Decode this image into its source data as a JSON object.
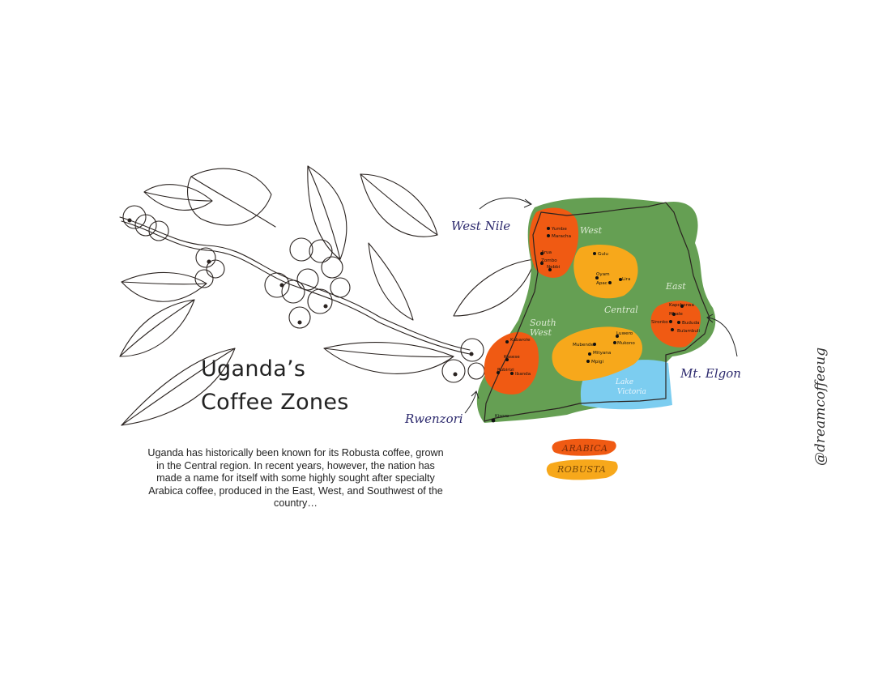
{
  "colors": {
    "arabica": "#f05a13",
    "robusta": "#f7a81b",
    "land": "#5d9a4a",
    "lake": "#7ccdf0",
    "outline": "#2a2320",
    "callout_text": "#2d2a6e"
  },
  "title": {
    "line1": "Uganda’s",
    "line2": "Coffee Zones"
  },
  "description": "Uganda has historically been known for its Robusta coffee, grown in the Central region. In recent years, however, the nation has made a name for itself with some highly sought after specialty Arabica coffee, produced in the East, West, and Southwest of the country…",
  "callouts": {
    "west_nile": "West Nile",
    "mt_elgon": "Mt. Elgon",
    "rwenzori": "Rwenzori"
  },
  "regions": {
    "west": "West",
    "east": "East",
    "central": "Central",
    "south_west_1": "South",
    "south_west_2": "West"
  },
  "lake": {
    "line1": "Lake",
    "line2": "Victoria"
  },
  "places": {
    "yumbe": "Yumbe",
    "maracha": "Maracha",
    "arua": "Arua",
    "zombo": "Zombo",
    "nebbi": "Nebbi",
    "gulu": "Gulu",
    "oyam": "Oyam",
    "lira": "Lira",
    "apac": "Apac",
    "kapchorwa": "Kapchorwa",
    "mbale": "Mbale",
    "sironko": "Sironko",
    "bududa": "Bududa",
    "bulambuli": "Bulambuli",
    "kabarole": "Kabarole",
    "kasese": "Kasese",
    "rubirizi": "Rubirizi",
    "ibanda": "Ibanda",
    "mubende": "Mubende",
    "luwero": "Luwero",
    "mukono": "Mukono",
    "mityana": "Mityana",
    "mpigi": "Mpigi",
    "kisoro": "Kisoro"
  },
  "legend": {
    "arabica": "ARABICA",
    "robusta": "ROBUSTA"
  },
  "handle": "@dreamcoffeeug"
}
